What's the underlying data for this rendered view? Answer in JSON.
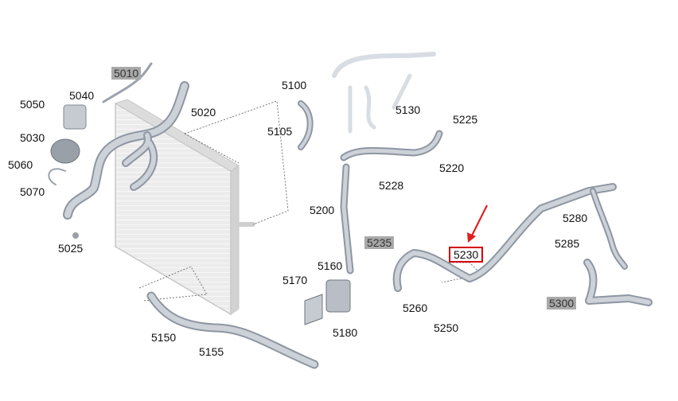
{
  "parts": {
    "p5010": "5010",
    "p5040": "5040",
    "p5050": "5050",
    "p5030": "5030",
    "p5060": "5060",
    "p5070": "5070",
    "p5020": "5020",
    "p5025": "5025",
    "p5100": "5100",
    "p5105": "5105",
    "p5130": "5130",
    "p5225": "5225",
    "p5220": "5220",
    "p5228": "5228",
    "p5200": "5200",
    "p5235": "5235",
    "p5230": "5230",
    "p5280": "5280",
    "p5285": "5285",
    "p5160": "5160",
    "p5170": "5170",
    "p5180": "5180",
    "p5260": "5260",
    "p5250": "5250",
    "p5300": "5300",
    "p5150": "5150",
    "p5155": "5155"
  },
  "highlight": {
    "part": "5230",
    "arrow_color": "#e02020",
    "box_color": "#d40000"
  },
  "colors": {
    "hose": "#c9ced6",
    "hose_dark": "#8e96a2",
    "radiator": "#e6e6e6",
    "label_grey": "#a9a9a9"
  }
}
